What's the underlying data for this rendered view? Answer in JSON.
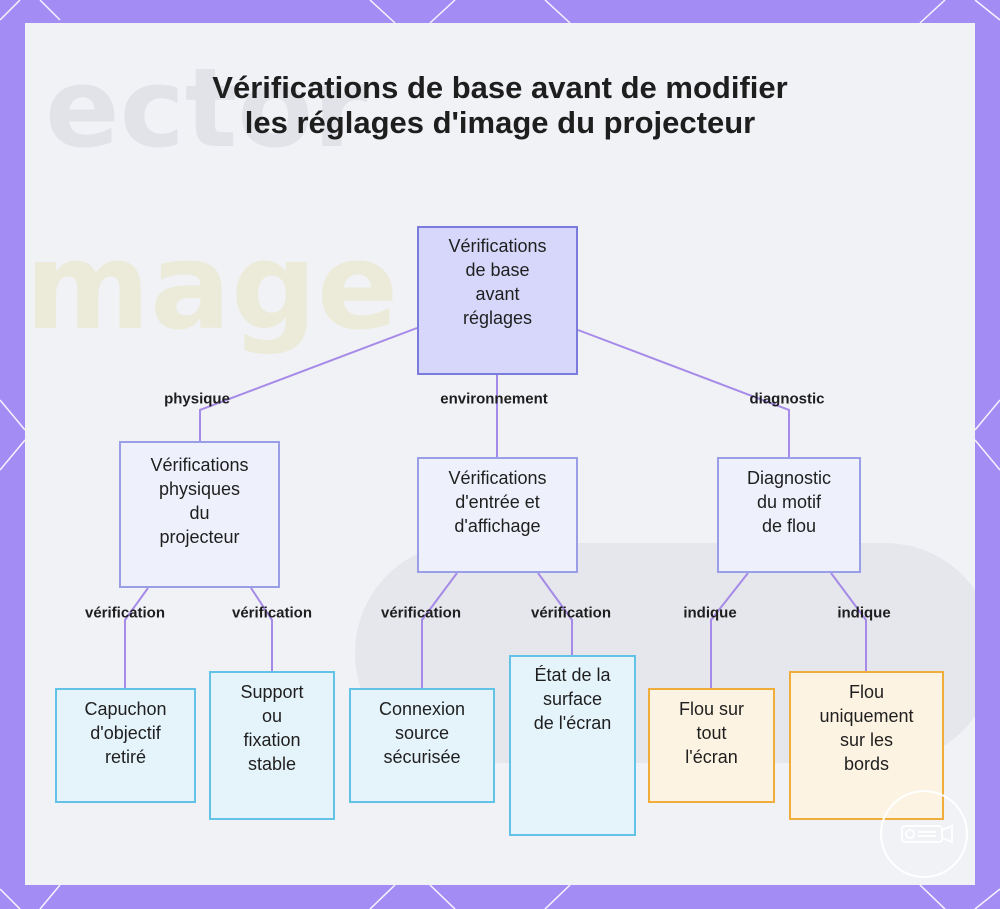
{
  "title": "Vérifications de base avant de modifier les réglages d'image du projecteur",
  "nodes": {
    "root": [
      "Vérifications",
      "de base",
      "avant",
      "réglages"
    ],
    "physique": [
      "Vérifications",
      "physiques",
      "du",
      "projecteur"
    ],
    "entree": [
      "Vérifications",
      "d'entrée et",
      "d'affichage"
    ],
    "diagnostic": [
      "Diagnostic",
      "du motif",
      "de flou"
    ],
    "capuchon": [
      "Capuchon",
      "d'objectif",
      "retiré"
    ],
    "support": [
      "Support",
      "ou",
      "fixation",
      "stable"
    ],
    "connexion": [
      "Connexion",
      "source",
      "sécurisée"
    ],
    "etat": [
      "État de la",
      "surface",
      "de l'écran"
    ],
    "flou_tout": [
      "Flou sur",
      "tout",
      "l'écran"
    ],
    "flou_bords": [
      "Flou",
      "uniquement",
      "sur les",
      "bords"
    ]
  },
  "edge_labels": {
    "physique": "physique",
    "environnement": "environnement",
    "diagnostic": "diagnostic",
    "verification_1": "vérification",
    "verification_2": "vérification",
    "verification_3": "vérification",
    "verification_4": "vérification",
    "indique_1": "indique",
    "indique_2": "indique"
  },
  "colors": {
    "background": "#a38df5",
    "edge": "#a68ae8",
    "root_fill": "#d7d7fb",
    "blue_border": "#62c3e6",
    "orange_border": "#f0ad3c"
  }
}
